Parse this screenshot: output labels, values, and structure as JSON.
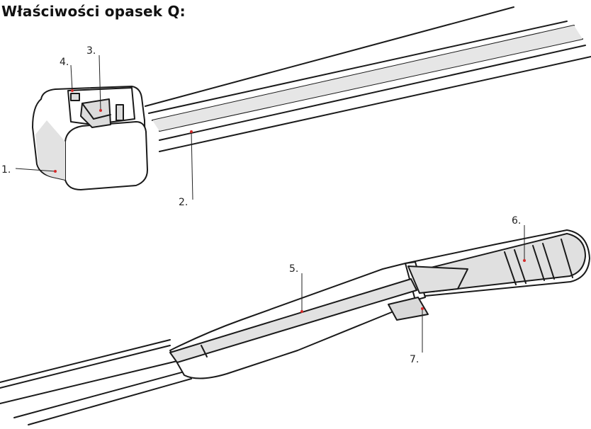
{
  "title": "Właściwości opasek Q:",
  "callouts": [
    "1.",
    "2.",
    "3.",
    "4.",
    "5.",
    "6.",
    "7."
  ],
  "colors": {
    "outline": "#1a1a1a",
    "shade": "#e2e2e2",
    "marker": "#d62b2b"
  }
}
